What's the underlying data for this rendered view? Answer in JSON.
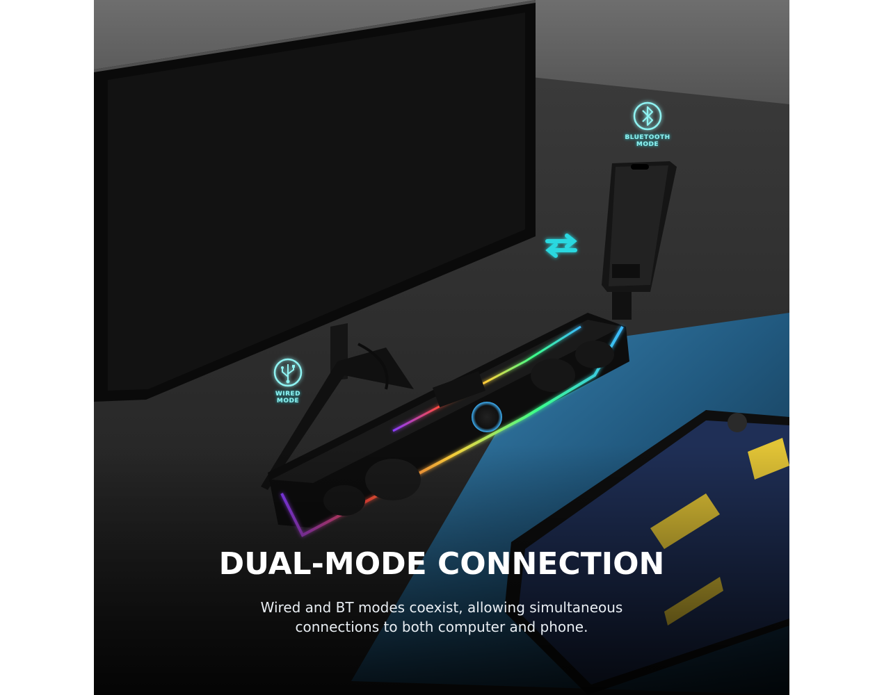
{
  "headline": "DUAL-MODE CONNECTION",
  "description": {
    "line1": "Wired and BT modes coexist, allowing simultaneous",
    "line2": "connections to both computer and phone."
  },
  "modes": {
    "bluetooth": {
      "line1": "BLUETOOTH",
      "line2": "MODE",
      "icon": "bluetooth-icon"
    },
    "wired": {
      "line1": "WIRED",
      "line2": "MODE",
      "icon": "usb-icon"
    },
    "switch_icon": "swap-arrows-icon"
  },
  "colors": {
    "accent_cyan": "#29d8e0",
    "headline": "#ffffff",
    "background": "#2b2b2b"
  }
}
